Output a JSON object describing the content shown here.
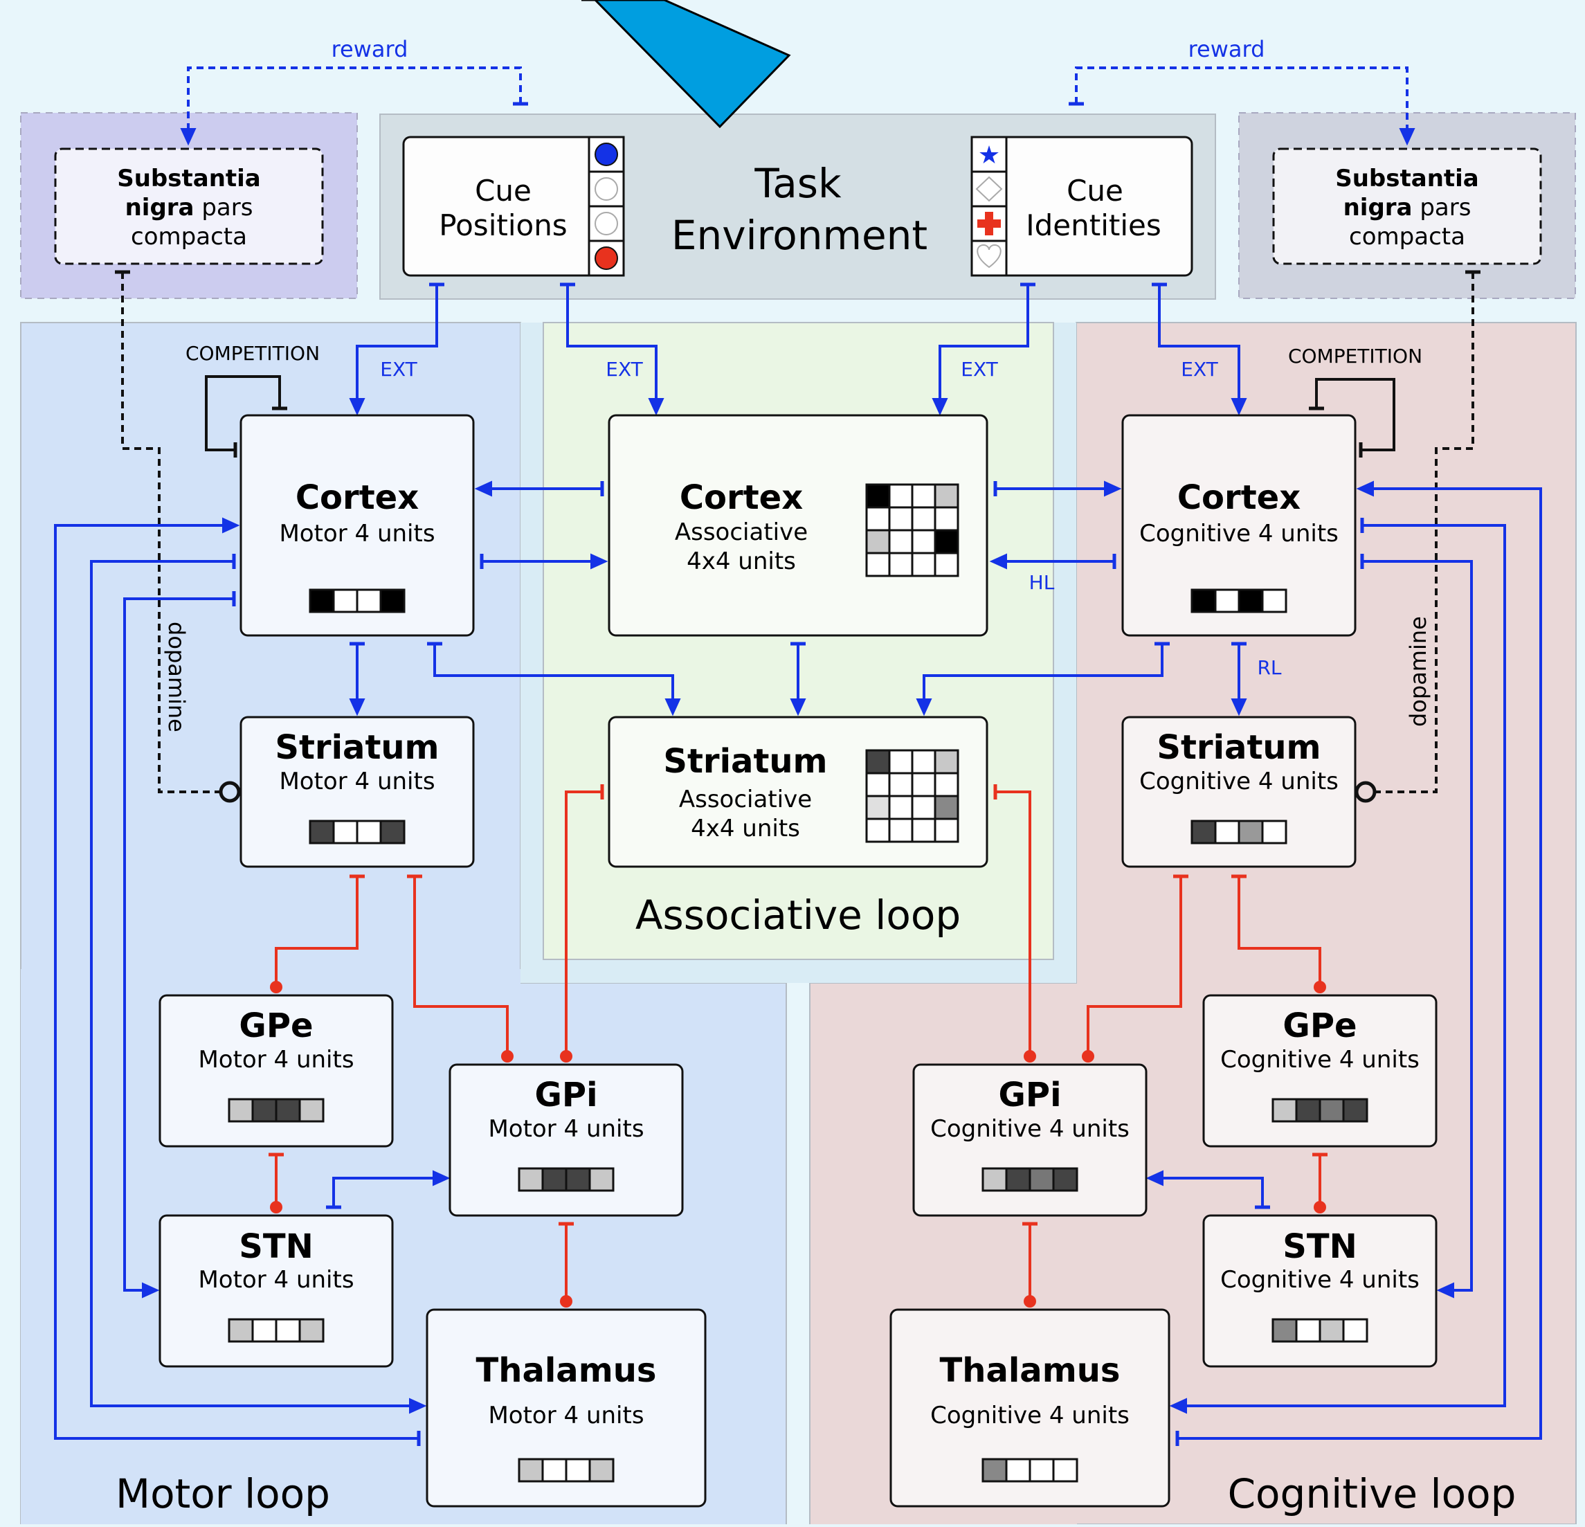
{
  "colors": {
    "background": "#e8f6fb",
    "motor_region": "#d2e2f8",
    "assoc_outer": "#d9ecf5",
    "assoc_inner": "#eaf6e4",
    "cognitive_region": "#ead8d8",
    "task_env": "#d4dfe4",
    "snc_left": "#ccccef",
    "snc_right": "#cfd3df",
    "excitatory": "#1432e6",
    "inhibitory": "#e8321e",
    "dopamine": "#111111",
    "banner": "#009ee0"
  },
  "rewards": {
    "left": "reward",
    "right": "reward"
  },
  "snc": {
    "bold1": "Substantia",
    "bold2": "nigra",
    "normal2": "pars",
    "line3": "compacta"
  },
  "task_env": {
    "line1": "Task",
    "line2": "Environment"
  },
  "cue_positions": {
    "line1": "Cue",
    "line2": "Positions"
  },
  "cue_identities": {
    "line1": "Cue",
    "line2": "Identities"
  },
  "labels": {
    "competition": "COMPETITION",
    "ext": "EXT",
    "hl": "HL",
    "rl": "RL",
    "dopamine": "dopamine"
  },
  "loops": {
    "motor": "Motor loop",
    "associative": "Associative loop",
    "cognitive": "Cognitive loop"
  },
  "nodes": {
    "m_cortex": {
      "title": "Cortex",
      "sub": "Motor 4 units",
      "units": [
        "#000000",
        "#ffffff",
        "#ffffff",
        "#000000"
      ]
    },
    "m_striatum": {
      "title": "Striatum",
      "sub": "Motor 4 units",
      "units": [
        "#444444",
        "#ffffff",
        "#ffffff",
        "#444444"
      ]
    },
    "m_gpe": {
      "title": "GPe",
      "sub": "Motor 4 units",
      "units": [
        "#c8c8c8",
        "#444444",
        "#444444",
        "#c8c8c8"
      ]
    },
    "m_gpi": {
      "title": "GPi",
      "sub": "Motor 4 units",
      "units": [
        "#c8c8c8",
        "#444444",
        "#444444",
        "#c8c8c8"
      ]
    },
    "m_stn": {
      "title": "STN",
      "sub": "Motor 4 units",
      "units": [
        "#c8c8c8",
        "#ffffff",
        "#ffffff",
        "#c8c8c8"
      ]
    },
    "m_thalamus": {
      "title": "Thalamus",
      "sub": "Motor 4 units",
      "units": [
        "#c8c8c8",
        "#ffffff",
        "#ffffff",
        "#c8c8c8"
      ]
    },
    "a_cortex": {
      "title": "Cortex",
      "sub1": "Associative",
      "sub2": "4x4 units",
      "grid": [
        [
          "#000000",
          "#ffffff",
          "#ffffff",
          "#c8c8c8"
        ],
        [
          "#ffffff",
          "#ffffff",
          "#ffffff",
          "#ffffff"
        ],
        [
          "#c8c8c8",
          "#ffffff",
          "#ffffff",
          "#000000"
        ],
        [
          "#ffffff",
          "#ffffff",
          "#ffffff",
          "#ffffff"
        ]
      ]
    },
    "a_striatum": {
      "title": "Striatum",
      "sub1": "Associative",
      "sub2": "4x4 units",
      "grid": [
        [
          "#444444",
          "#ffffff",
          "#ffffff",
          "#c8c8c8"
        ],
        [
          "#ffffff",
          "#ffffff",
          "#ffffff",
          "#ffffff"
        ],
        [
          "#e0e0e0",
          "#ffffff",
          "#ffffff",
          "#888888"
        ],
        [
          "#ffffff",
          "#ffffff",
          "#ffffff",
          "#ffffff"
        ]
      ]
    },
    "c_cortex": {
      "title": "Cortex",
      "sub": "Cognitive 4 units",
      "units": [
        "#000000",
        "#ffffff",
        "#000000",
        "#ffffff"
      ]
    },
    "c_striatum": {
      "title": "Striatum",
      "sub": "Cognitive 4 units",
      "units": [
        "#444444",
        "#ffffff",
        "#999999",
        "#ffffff"
      ]
    },
    "c_gpe": {
      "title": "GPe",
      "sub": "Cognitive 4 units",
      "units": [
        "#c8c8c8",
        "#444444",
        "#777777",
        "#444444"
      ]
    },
    "c_gpi": {
      "title": "GPi",
      "sub": "Cognitive 4 units",
      "units": [
        "#c8c8c8",
        "#444444",
        "#777777",
        "#444444"
      ]
    },
    "c_stn": {
      "title": "STN",
      "sub": "Cognitive 4 units",
      "units": [
        "#888888",
        "#ffffff",
        "#c8c8c8",
        "#ffffff"
      ]
    },
    "c_thalamus": {
      "title": "Thalamus",
      "sub": "Cognitive 4 units",
      "units": [
        "#888888",
        "#ffffff",
        "#ffffff",
        "#ffffff"
      ]
    }
  },
  "icons": {
    "cue_positions": [
      "blue-filled-circle-icon",
      "empty-circle-icon",
      "empty-circle-icon",
      "red-filled-circle-icon"
    ],
    "cue_identities": [
      "blue-star-icon",
      "empty-diamond-icon",
      "red-cross-icon",
      "empty-heart-icon"
    ]
  }
}
